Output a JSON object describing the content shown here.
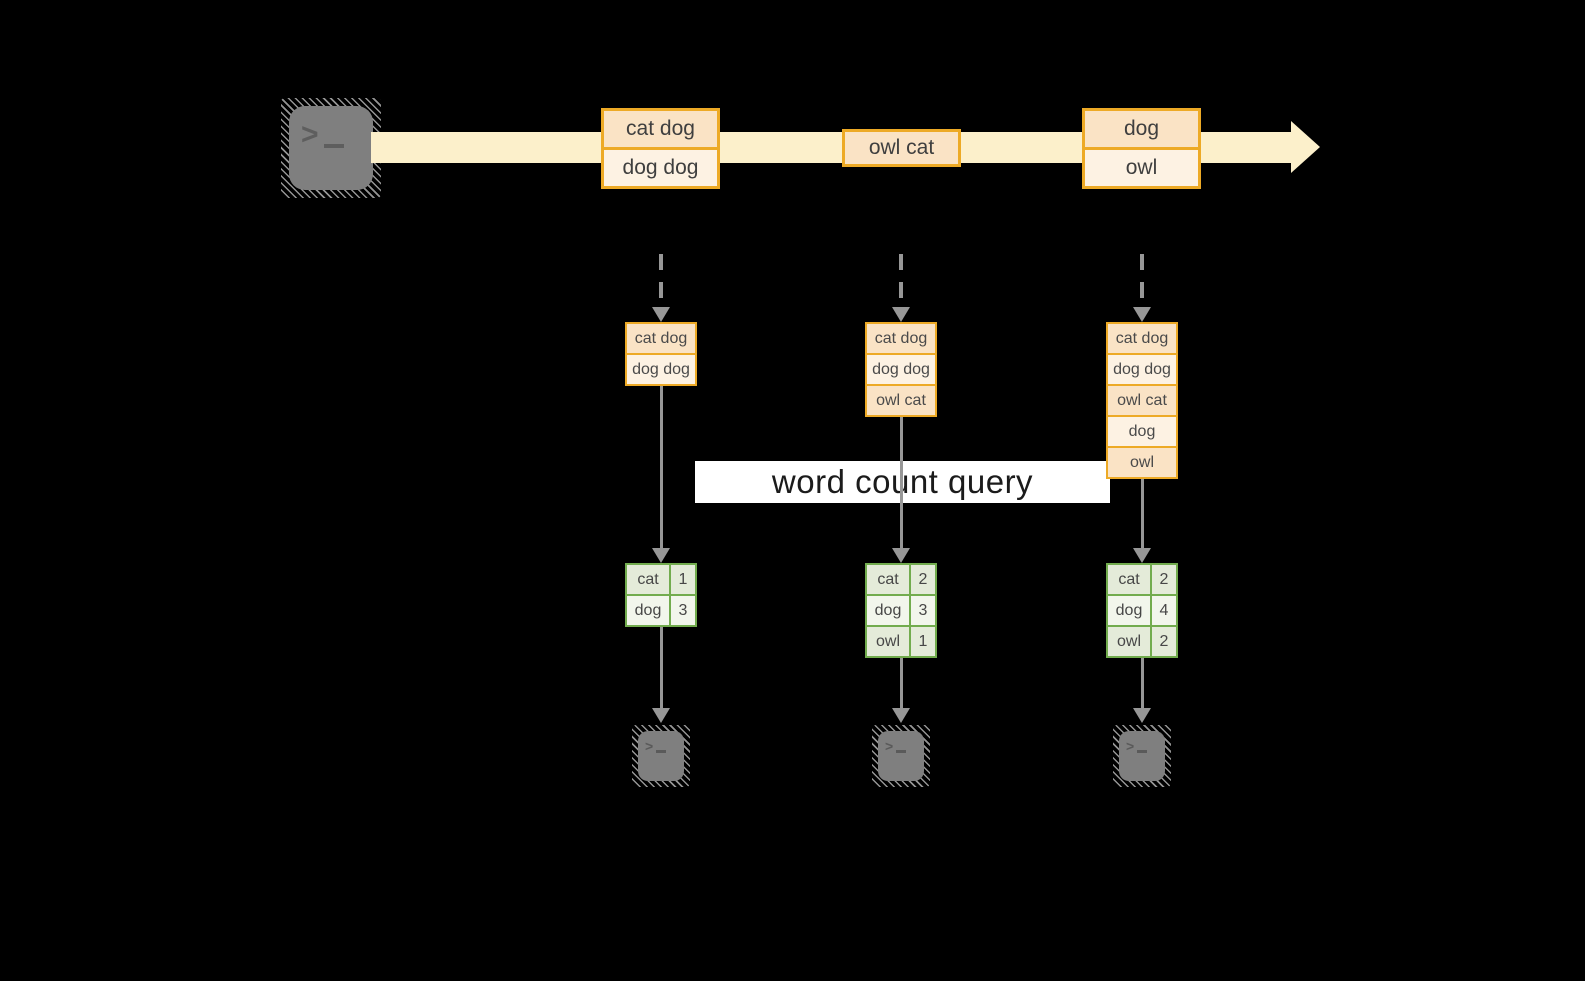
{
  "colors": {
    "background": "#000000",
    "stream_band": "#fcf0cb",
    "box_border": "#edaa26",
    "box_fill_dark": "#fae3c5",
    "box_fill_light": "#fdf2e3",
    "table_border": "#72ac4e",
    "table_fill_dark": "#e4ebd9",
    "table_fill_light": "#f2f6ec",
    "arrow_gray": "#979797",
    "terminal_gray": "#7f7f7f",
    "query_band_bg": "#ffffff",
    "query_text": "#1b1b1b"
  },
  "icons": {
    "source": "terminal-icon",
    "sink": "terminal-icon",
    "prompt_chevron": ">"
  },
  "stream": {
    "batches": [
      {
        "records": [
          "cat dog",
          "dog dog"
        ]
      },
      {
        "records": [
          "owl cat"
        ]
      },
      {
        "records": [
          "dog",
          "owl"
        ]
      }
    ]
  },
  "query": {
    "label": "word count query"
  },
  "columns": [
    {
      "input_records": [
        "cat dog",
        "dog dog"
      ],
      "counts": [
        {
          "word": "cat",
          "count": 1
        },
        {
          "word": "dog",
          "count": 3
        }
      ]
    },
    {
      "input_records": [
        "cat dog",
        "dog dog",
        "owl cat"
      ],
      "counts": [
        {
          "word": "cat",
          "count": 2
        },
        {
          "word": "dog",
          "count": 3
        },
        {
          "word": "owl",
          "count": 1
        }
      ]
    },
    {
      "input_records": [
        "cat dog",
        "dog dog",
        "owl cat",
        "dog",
        "owl"
      ],
      "counts": [
        {
          "word": "cat",
          "count": 2
        },
        {
          "word": "dog",
          "count": 4
        },
        {
          "word": "owl",
          "count": 2
        }
      ]
    }
  ]
}
